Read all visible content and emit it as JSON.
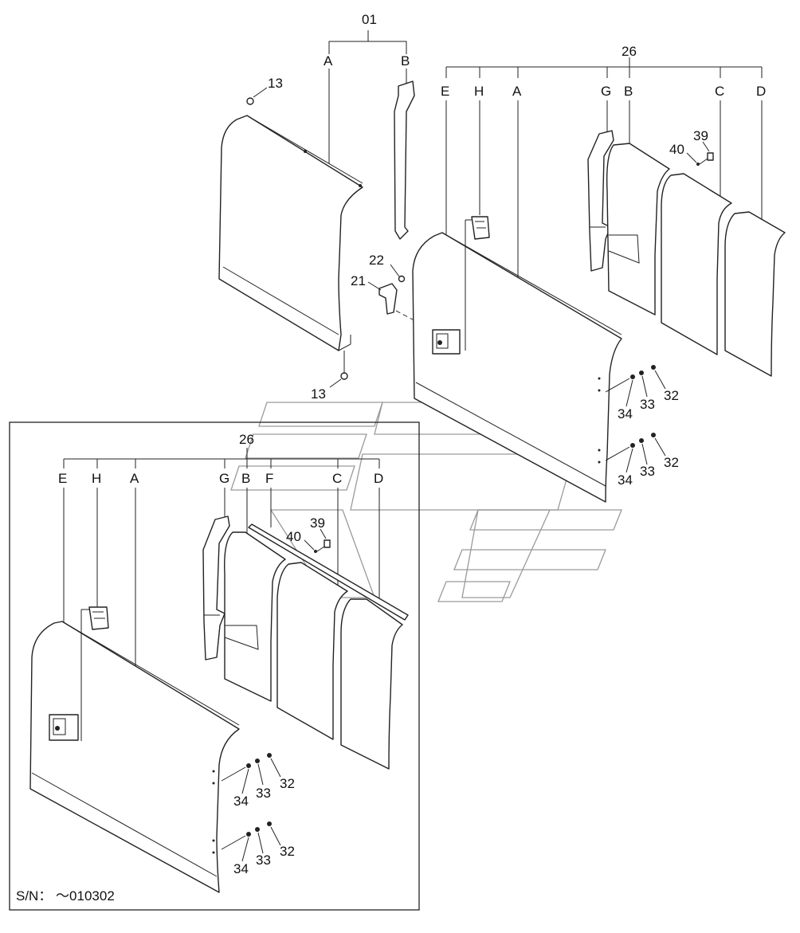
{
  "labels": {
    "l01": "01",
    "l26_top": "26",
    "l26_inset": "26",
    "A1": "A",
    "B1": "B",
    "E_top": "E",
    "H_top": "H",
    "A_top": "A",
    "G_top": "G",
    "B_top": "B",
    "C_top": "C",
    "D_top": "D",
    "n13_top": "13",
    "n13_bot": "13",
    "n22": "22",
    "n21": "21",
    "n39_top": "39",
    "n40_top": "40",
    "n34_a": "34",
    "n33_a": "33",
    "n32_a": "32",
    "n34_b": "34",
    "n33_b": "33",
    "n32_b": "32",
    "E_in": "E",
    "H_in": "H",
    "A_in": "A",
    "G_in": "G",
    "B_in": "B",
    "F_in": "F",
    "C_in": "C",
    "D_in": "D",
    "n39_in": "39",
    "n40_in": "40",
    "n34_c": "34",
    "n33_c": "33",
    "n32_c": "32",
    "n34_d": "34",
    "n33_d": "33",
    "n32_d": "32"
  },
  "serial_note": "S/N： ～010302"
}
